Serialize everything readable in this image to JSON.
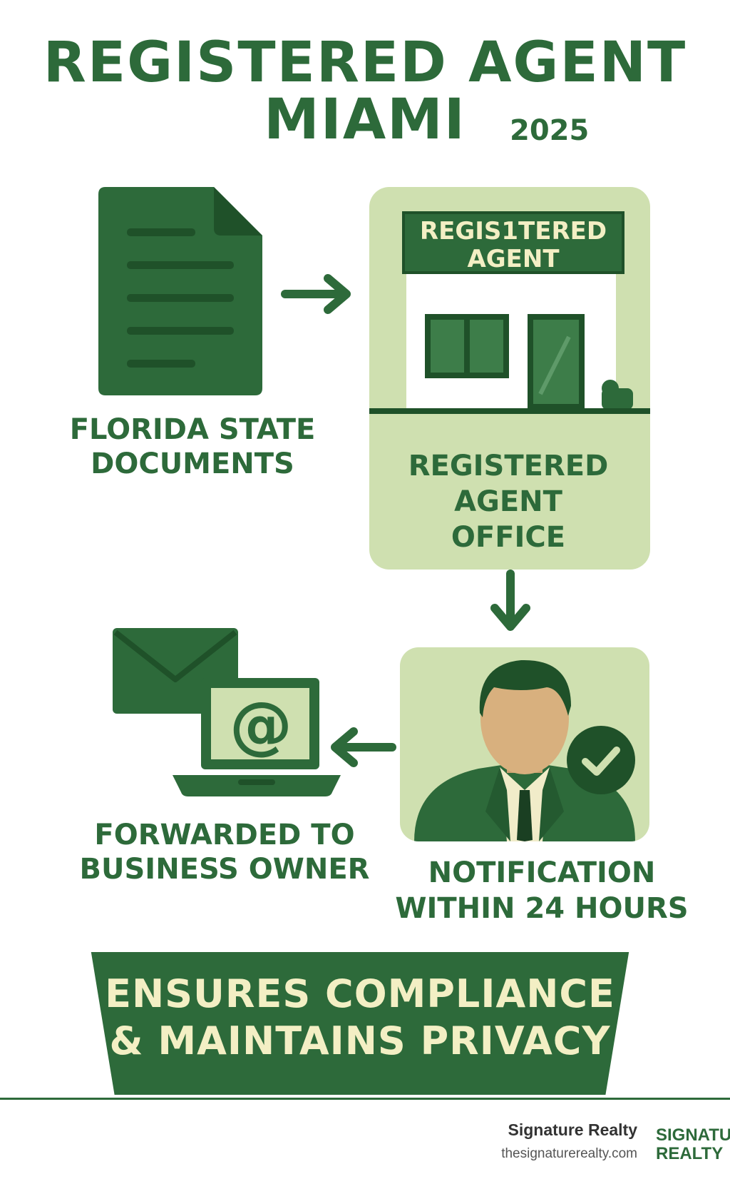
{
  "title": {
    "line1": "REGISTERED AGENT",
    "line2": "MIAMI",
    "year": "2025"
  },
  "steps": {
    "documents": {
      "caption_line1": "FLORIDA STATE",
      "caption_line2": "DOCUMENTS"
    },
    "office": {
      "sign_line1": "REGIS1TERED",
      "sign_line2": "AGENT",
      "caption_line1": "REGISTERED",
      "caption_line2": "AGENT",
      "caption_line3": "OFFICE"
    },
    "notification": {
      "caption_line1": "NOTIFICATION",
      "caption_line2": "WITHIN 24 HOURS"
    },
    "forwarded": {
      "caption_line1": "FORWARDED TO",
      "caption_line2": "BUSINESS OWNER",
      "email_symbol": "@"
    }
  },
  "banner": {
    "line1": "ENSURES COMPLIANCE",
    "line2": "& MAINTAINS PRIVACY"
  },
  "footer": {
    "brand": "Signature Realty",
    "url": "thesignaturerealty.com",
    "logo_line1": "SIGNATU",
    "logo_line2": "REALTY"
  },
  "colors": {
    "primary_green": "#2d6a3a",
    "light_green": "#cfe0b0",
    "cream": "#f3efc4",
    "skin": "#d8b07e"
  }
}
